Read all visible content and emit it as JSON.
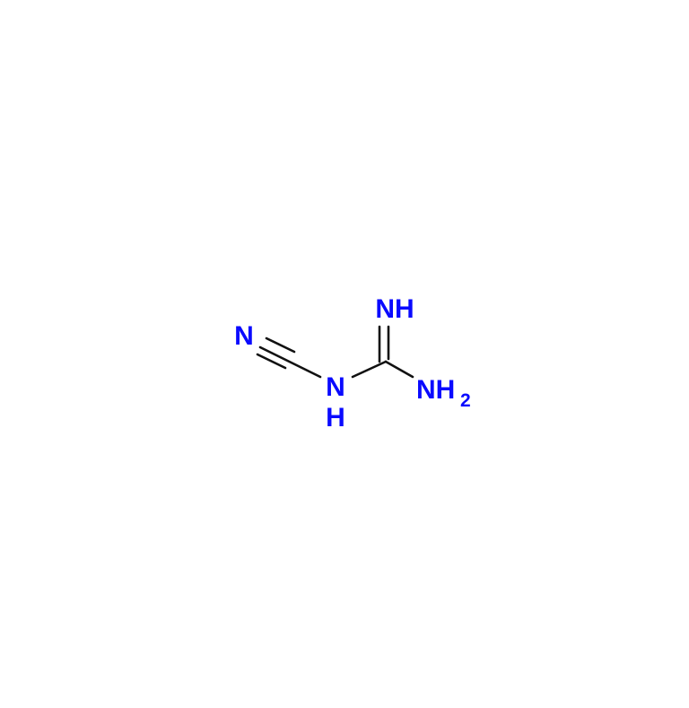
{
  "molecule": {
    "atoms": {
      "nitrile_n": "N",
      "amine_n": "N",
      "amine_h": "H",
      "imine": "NH",
      "amino": "NH",
      "amino_subscript": "2"
    },
    "colors": {
      "heteroatom": "#0a0aff",
      "bond": "#111111"
    }
  }
}
